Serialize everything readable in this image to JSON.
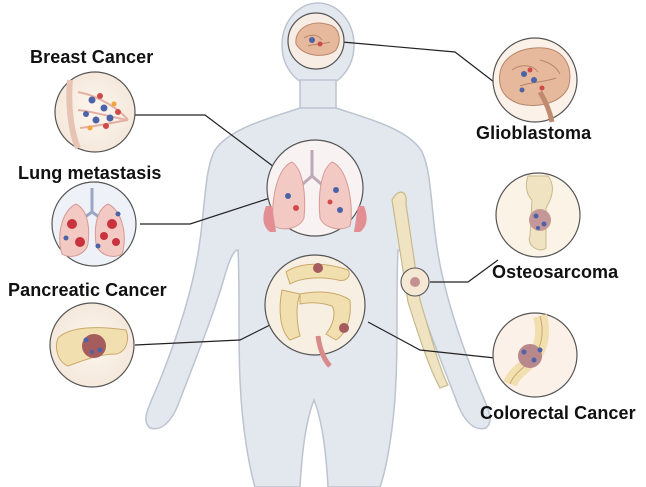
{
  "labels": {
    "breast": "Breast Cancer",
    "lung": "Lung metastasis",
    "pancreatic": "Pancreatic Cancer",
    "glioblastoma": "Glioblastoma",
    "osteosarcoma": "Osteosarcoma",
    "colorectal": "Colorectal Cancer"
  },
  "colors": {
    "body_fill": "#e3e7ee",
    "body_stroke": "#bcc4d0",
    "tissue_pink": "#f3c9c4",
    "tumor_red": "#d04a4a",
    "cell_blue": "#4d63a8",
    "bone": "#efe3c2",
    "intestine": "#f2dfb0",
    "brain": "#e6b99c"
  }
}
